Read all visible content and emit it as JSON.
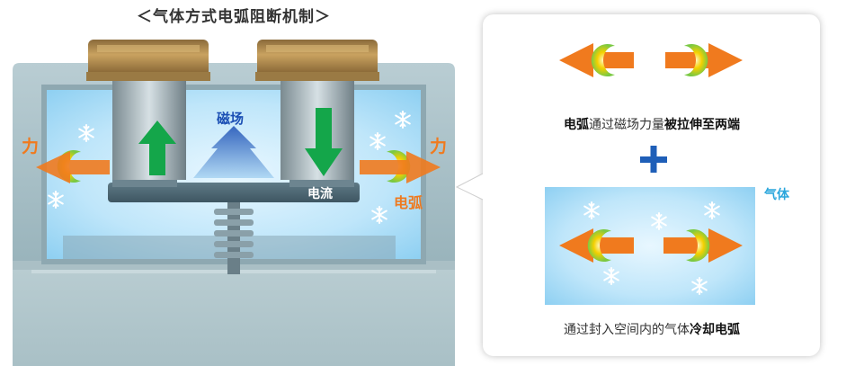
{
  "title": "＜气体方式电弧阻断机制＞",
  "left_diagram": {
    "force_left": "力",
    "force_right": "力",
    "magnetic_field_label": "磁场",
    "current_label": "电流",
    "arc_label": "电弧"
  },
  "right_panel": {
    "caption_top": {
      "part1": "电弧",
      "part2": "通过磁场力量",
      "part3": "被拉伸至两端"
    },
    "plus": "+",
    "gas_label": "气体",
    "caption_bottom": {
      "part1": "通过封入空间内的气体",
      "part2": "冷却电弧"
    }
  },
  "colors": {
    "arrow_orange": "#f07a1e",
    "arrow_green": "#14a64a",
    "field_blue": "#1b5fc4",
    "plus_blue": "#1f5fb8",
    "gas_blue": "#bfe6fa"
  },
  "icons": [
    "snowflake-icon",
    "arc-icon",
    "arrow-left-icon",
    "arrow-right-icon",
    "arrow-up-icon",
    "arrow-down-icon",
    "field-arrow-icon"
  ]
}
